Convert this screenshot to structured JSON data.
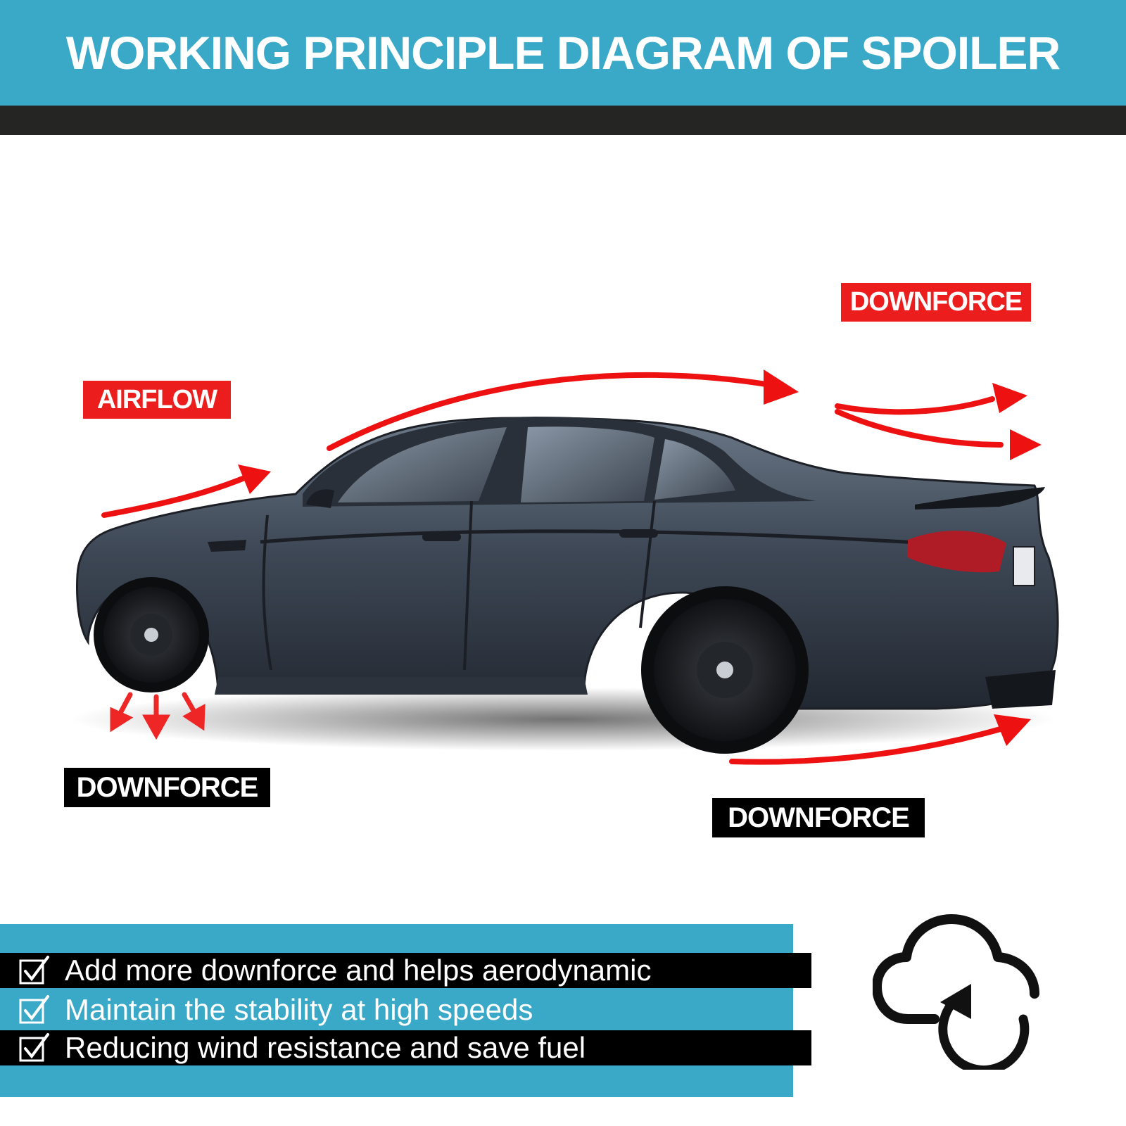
{
  "header": {
    "title": "WORKING PRINCIPLE DIAGRAM OF SPOILER"
  },
  "diagram": {
    "labels": {
      "airflow": "AIRFLOW",
      "downforce_top": "DOWNFORCE",
      "downforce_front": "DOWNFORCE",
      "downforce_rear": "DOWNFORCE"
    },
    "icons": {
      "car": "sedan-car-image",
      "arrows": "red-airflow-arrow"
    }
  },
  "features": [
    {
      "text": "Add more downforce and helps aerodynamic",
      "icon": "checkbox-icon"
    },
    {
      "text": "Maintain the stability at high speeds",
      "icon": "checkbox-icon"
    },
    {
      "text": "Reducing wind resistance and save fuel",
      "icon": "checkbox-icon"
    }
  ],
  "decor": {
    "cloud": "cloud-sync-icon"
  },
  "colors": {
    "accent_blue": "#3aa9c8",
    "dark_band": "#252523",
    "label_red": "#ec1d1d",
    "arrow_red": "#ee1111",
    "car_body": "#3d4654"
  }
}
